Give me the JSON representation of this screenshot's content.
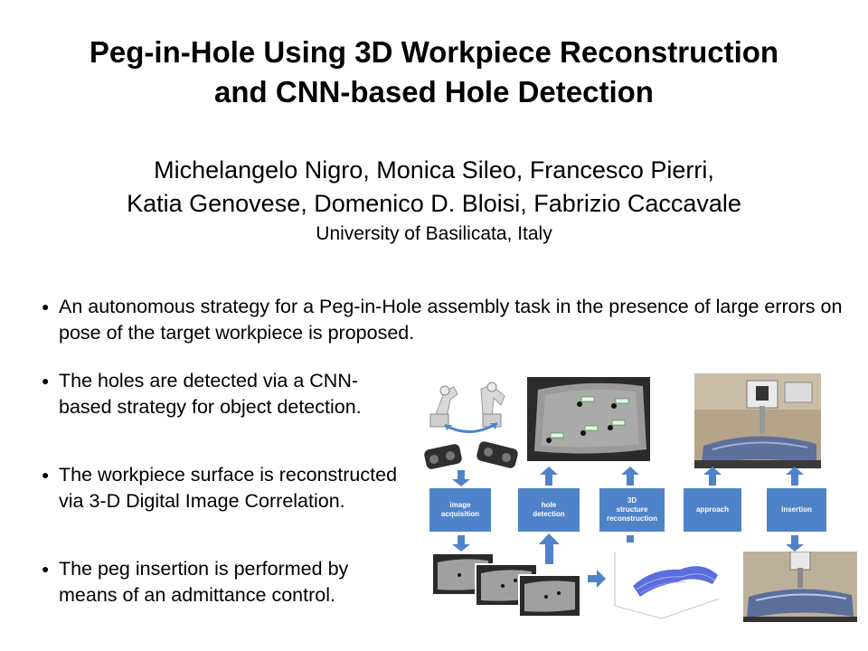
{
  "title": {
    "line1": "Peg-in-Hole Using 3D Workpiece Reconstruction",
    "line2": "and CNN-based Hole Detection"
  },
  "authors": {
    "line1": "Michelangelo Nigro, Monica Sileo, Francesco Pierri,",
    "line2": "Katia Genovese, Domenico D. Bloisi, Fabrizio Caccavale"
  },
  "affiliation": "University of Basilicata, Italy",
  "bullets": [
    {
      "text": "An autonomous strategy for a Peg-in-Hole assembly task in the presence of large errors on pose of the target workpiece is proposed."
    },
    {
      "text": "The holes are detected via a CNN-based strategy for object detection."
    },
    {
      "text": "The workpiece surface is reconstructed via 3-D Digital Image Correlation."
    },
    {
      "text": "The peg insertion is performed by means of an admittance control."
    }
  ],
  "diagram": {
    "steps": [
      {
        "label": "image\nacquisition"
      },
      {
        "label": "hole\ndetection"
      },
      {
        "label": "3D\nstructure\nreconstruction"
      },
      {
        "label": "approach"
      },
      {
        "label": "insertion"
      }
    ],
    "colors": {
      "box": "#4f83c9",
      "arrow": "#4f83c9"
    }
  }
}
